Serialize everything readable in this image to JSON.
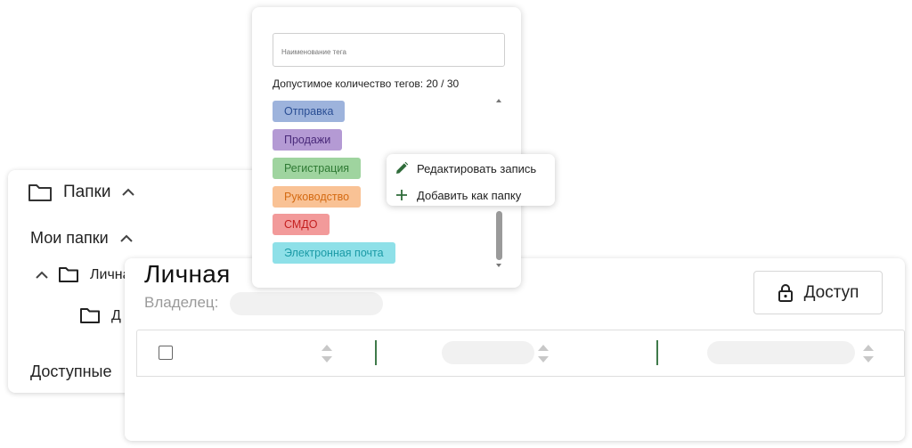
{
  "folders": {
    "title": "Папки",
    "my_folders": "Мои папки",
    "personal_folder": "Личная",
    "sub_folder": "Д",
    "available": "Доступные"
  },
  "main": {
    "title": "Личная",
    "owner_label": "Владелец:",
    "access_button": "Доступ"
  },
  "tag_popup": {
    "input_placeholder": "Наименование тега",
    "count_text": "Допустимое количество тегов: 20 / 30",
    "tags": [
      {
        "label": "Отправка",
        "bg": "#9db3dc",
        "fg": "#2a4e94"
      },
      {
        "label": "Продажи",
        "bg": "#b49ad4",
        "fg": "#4a2a7a"
      },
      {
        "label": "Регистрация",
        "bg": "#9fd49f",
        "fg": "#2f7a34"
      },
      {
        "label": "Руководство",
        "bg": "#f9c295",
        "fg": "#d46a12"
      },
      {
        "label": "СМДО",
        "bg": "#f29a9a",
        "fg": "#c41f1f"
      },
      {
        "label": "Электронная почта",
        "bg": "#8ee0e8",
        "fg": "#1b9aa6"
      }
    ]
  },
  "context_menu": {
    "edit": "Редактировать запись",
    "add_folder": "Добавить как папку"
  },
  "colors": {
    "accent_green": "#3f7a4a",
    "muted_text": "#9a9a9a",
    "skeleton": "#f1f1f1"
  }
}
